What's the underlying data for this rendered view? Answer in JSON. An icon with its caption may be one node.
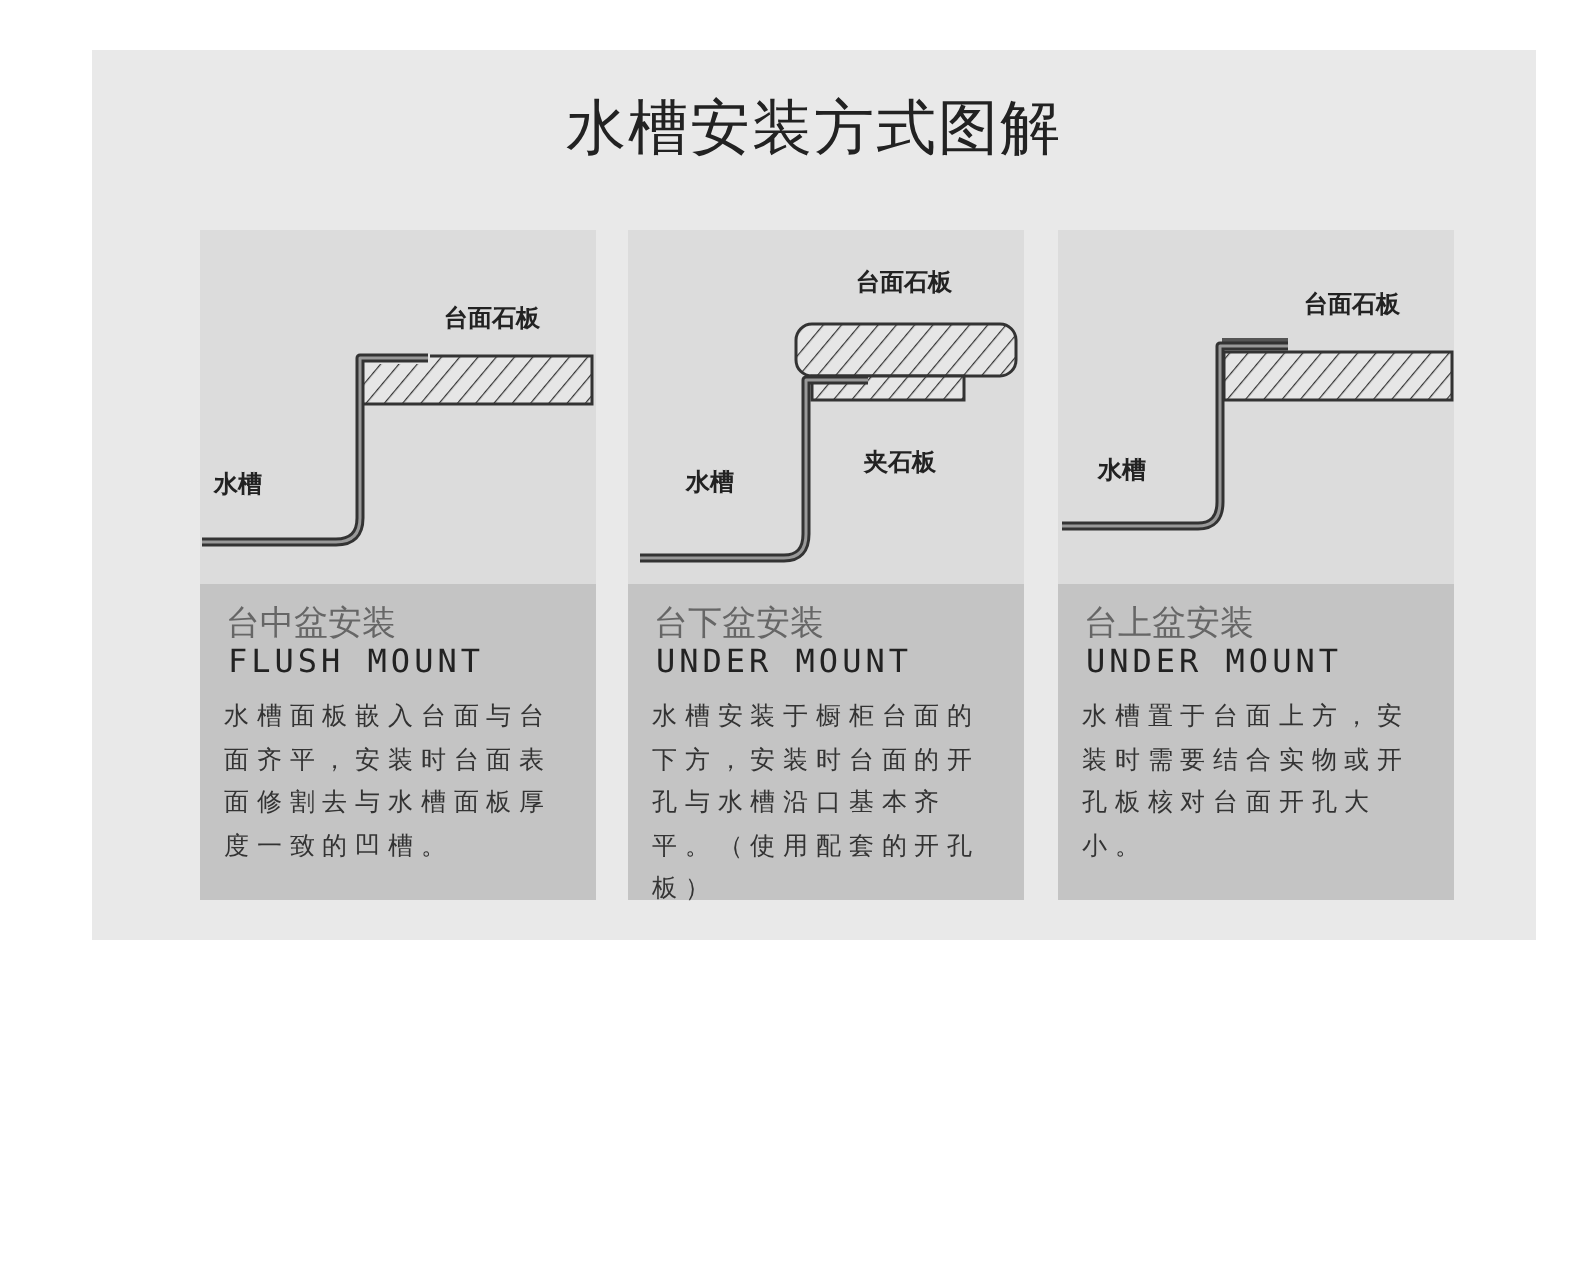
{
  "diagram": {
    "title": "水槽安装方式图解",
    "nodes": [
      {
        "text": [
          "台中盆安装",
          "FLUSH MOUNT",
          "水槽面板嵌入台面与台面齐平，安装时台面表面修割去与水槽面板厚度一致的凹槽。"
        ]
      },
      {
        "text": [
          "台下盆安装",
          "UNDER MOUNT",
          "水槽安装于橱柜台面的下方，安装时台面的开孔与水槽沿口基本齐平。（使用配套的开孔板）"
        ]
      },
      {
        "text": [
          "台上盆安装",
          "UNDER MOUNT",
          "水槽置于台面上方，安装时需要结合实物或开孔板核对台面开孔大小。"
        ]
      }
    ],
    "labels": [
      "台面石板",
      "水槽",
      "台面石板",
      "夹石板",
      "水槽",
      "台面石板",
      "水槽"
    ]
  }
}
